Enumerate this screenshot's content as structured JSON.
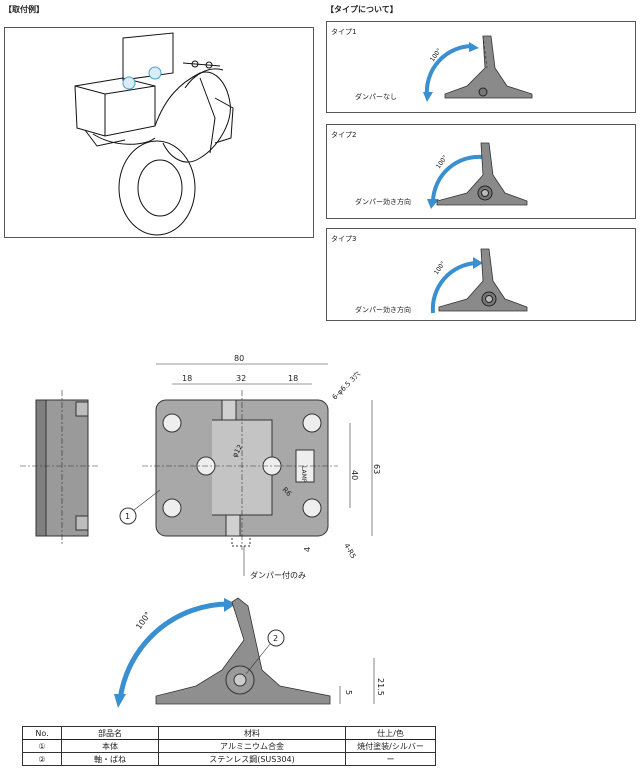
{
  "section_mount": "【取付例】",
  "section_types": "【タイプについて】",
  "types": [
    {
      "title": "タイプ1",
      "note": "ダンパーなし",
      "angle": "100°"
    },
    {
      "title": "タイプ2",
      "note": "ダンパー効き方向",
      "angle": "100°"
    },
    {
      "title": "タイプ3",
      "note": "ダンパー効き方向",
      "angle": "100°"
    }
  ],
  "dims": {
    "width": "80",
    "d18a": "18",
    "d32": "32",
    "d18b": "18",
    "hole": "6-φ6.5 3穴",
    "phi12": "φ12",
    "r6": "R6",
    "d40": "40",
    "d63": "63",
    "d4": "4",
    "r5": "4-R5",
    "badge": "LAMP",
    "callout1": "1",
    "damper_only": "ダンパー付のみ",
    "angle": "100°",
    "callout2": "2",
    "d5": "5",
    "d215": "21.5"
  },
  "table": {
    "headers": [
      "No.",
      "部品名",
      "材料",
      "仕上/色"
    ],
    "rows": [
      [
        "①",
        "本体",
        "アルミニウム合金",
        "焼付塗装/シルバー"
      ],
      [
        "②",
        "軸・ばね",
        "ステンレス鋼(SUS304)",
        "ー"
      ]
    ]
  }
}
